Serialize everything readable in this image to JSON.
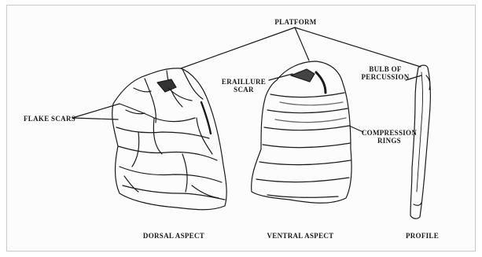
{
  "labels": {
    "platform": "PLATFORM",
    "eraillure_line1": "ERAILLURE",
    "eraillure_line2": "SCAR",
    "bulb_line1": "BULB OF",
    "bulb_line2": "PERCUSSION",
    "flake_scars": "FLAKE SCARS",
    "compression_line1": "COMPRESSION",
    "compression_line2": "RINGS",
    "dorsal": "DORSAL ASPECT",
    "ventral": "VENTRAL ASPECT",
    "profile": "PROFILE"
  },
  "colors": {
    "ink": "#1a1a1a",
    "frame": "#c9c9c9"
  }
}
